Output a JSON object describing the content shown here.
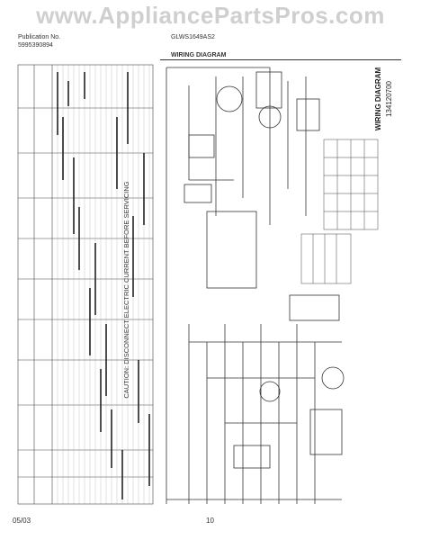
{
  "watermark": "www.AppliancePartsPros.com",
  "header": {
    "publication_label": "Publication No.",
    "publication_number": "5995390894",
    "model": "GLWS1649AS2",
    "title": "WIRING DIAGRAM"
  },
  "caution": "CAUTION: DISCONNECT ELECTRIC CURRENT BEFORE SERVICING",
  "diagram": {
    "title": "WIRING DIAGRAM",
    "number": "134120700"
  },
  "footer": {
    "date": "05/03",
    "page": "10"
  }
}
